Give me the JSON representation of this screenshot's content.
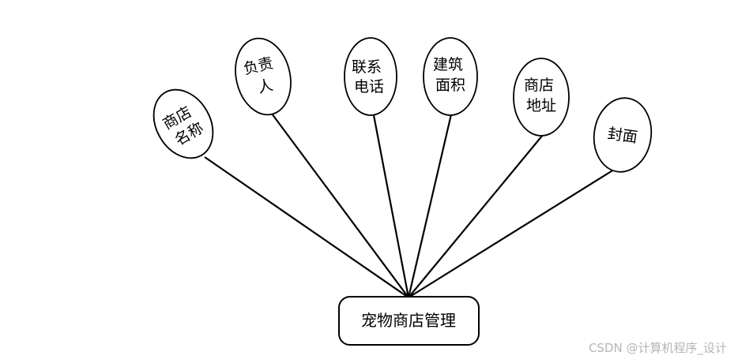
{
  "entity": {
    "label": "宠物商店管理"
  },
  "attributes": [
    {
      "id": "store-name",
      "lines": [
        "商店",
        "名称"
      ]
    },
    {
      "id": "manager",
      "lines": [
        "负责",
        "人"
      ]
    },
    {
      "id": "contact-phone",
      "lines": [
        "联系",
        "电话"
      ]
    },
    {
      "id": "floor-area",
      "lines": [
        "建筑",
        "面积"
      ]
    },
    {
      "id": "store-address",
      "lines": [
        "商店",
        "地址"
      ]
    },
    {
      "id": "cover",
      "lines": [
        "封面"
      ]
    }
  ],
  "watermark": "CSDN @计算机程序_设计",
  "colors": {
    "stroke": "#000000",
    "fill": "#ffffff",
    "watermark": "#b4b4b4"
  }
}
